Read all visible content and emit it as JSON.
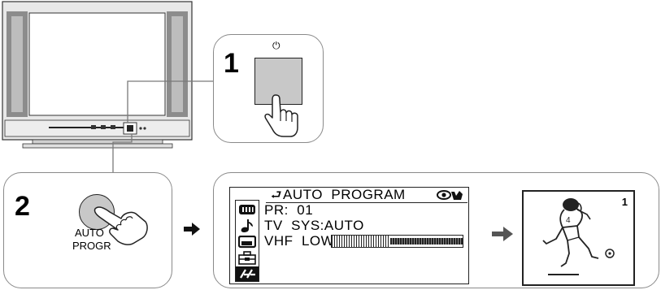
{
  "step1": {
    "number": "1",
    "power_symbol": "⏻"
  },
  "step2": {
    "number": "2",
    "button_label_line1": "AUTO",
    "button_label_line2": "PROGR"
  },
  "osd": {
    "title": "AUTO  PROGRAM",
    "title_icon": "return-arrow-icon",
    "line1": "PR:  01",
    "line2": "TV  SYS:AUTO",
    "line3": "VHF  LOW",
    "progress_fraction": 0.45,
    "menu_icons": [
      "picture-icon",
      "sound-icon",
      "pip-icon",
      "preset-icon",
      "features-icon"
    ]
  },
  "result": {
    "channel_number": "1",
    "picture": "soccer-player-icon"
  },
  "arrows": [
    "arrow-right-icon",
    "arrow-right-icon"
  ]
}
